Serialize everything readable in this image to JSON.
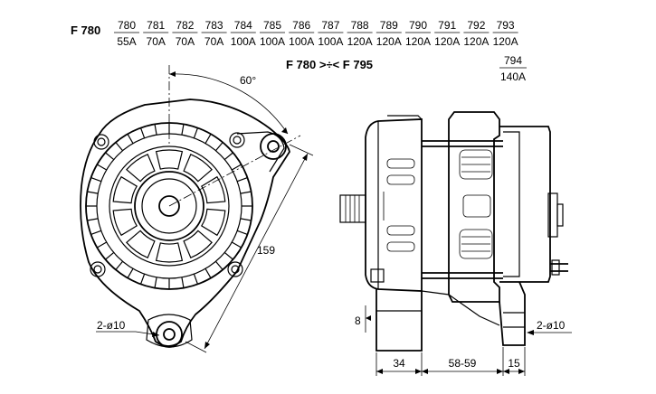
{
  "header": {
    "series_label": "F 780",
    "models": [
      {
        "code": "780",
        "current": "55A"
      },
      {
        "code": "781",
        "current": "70A"
      },
      {
        "code": "782",
        "current": "70A"
      },
      {
        "code": "783",
        "current": "70A"
      },
      {
        "code": "784",
        "current": "100A"
      },
      {
        "code": "785",
        "current": "100A"
      },
      {
        "code": "786",
        "current": "100A"
      },
      {
        "code": "787",
        "current": "100A"
      },
      {
        "code": "788",
        "current": "120A"
      },
      {
        "code": "789",
        "current": "120A"
      },
      {
        "code": "790",
        "current": "120A"
      },
      {
        "code": "791",
        "current": "120A"
      },
      {
        "code": "792",
        "current": "120A"
      },
      {
        "code": "793",
        "current": "120A"
      }
    ],
    "range_label": "F 780 >÷< F 795",
    "extra_model": {
      "code": "794",
      "current": "140A"
    }
  },
  "front_view": {
    "angle_label": "60°",
    "diagonal_label": "159",
    "hole_label": "2-ø10"
  },
  "side_view": {
    "offset_label": "8",
    "hole_label": "2-ø10",
    "dim_left": "34",
    "dim_mid": "58-59",
    "dim_right": "15"
  }
}
